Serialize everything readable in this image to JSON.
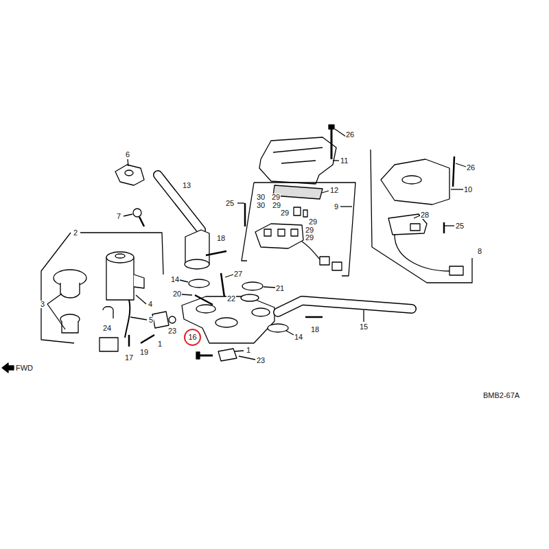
{
  "diagram": {
    "nodes": [
      {
        "text": [
          "16"
        ]
      }
    ],
    "labels": [
      "26",
      "11",
      "6",
      "13",
      "12",
      "10",
      "26",
      "25",
      "30",
      "29",
      "30",
      "29",
      "29",
      "29",
      "29",
      "29",
      "9",
      "7",
      "2",
      "28",
      "25",
      "8",
      "18",
      "3",
      "4",
      "14",
      "27",
      "21",
      "22",
      "20",
      "23",
      "1",
      "24",
      "5",
      "19",
      "17",
      "23",
      "1",
      "14",
      "18",
      "15",
      "FWD",
      "BMB2-67A"
    ]
  }
}
